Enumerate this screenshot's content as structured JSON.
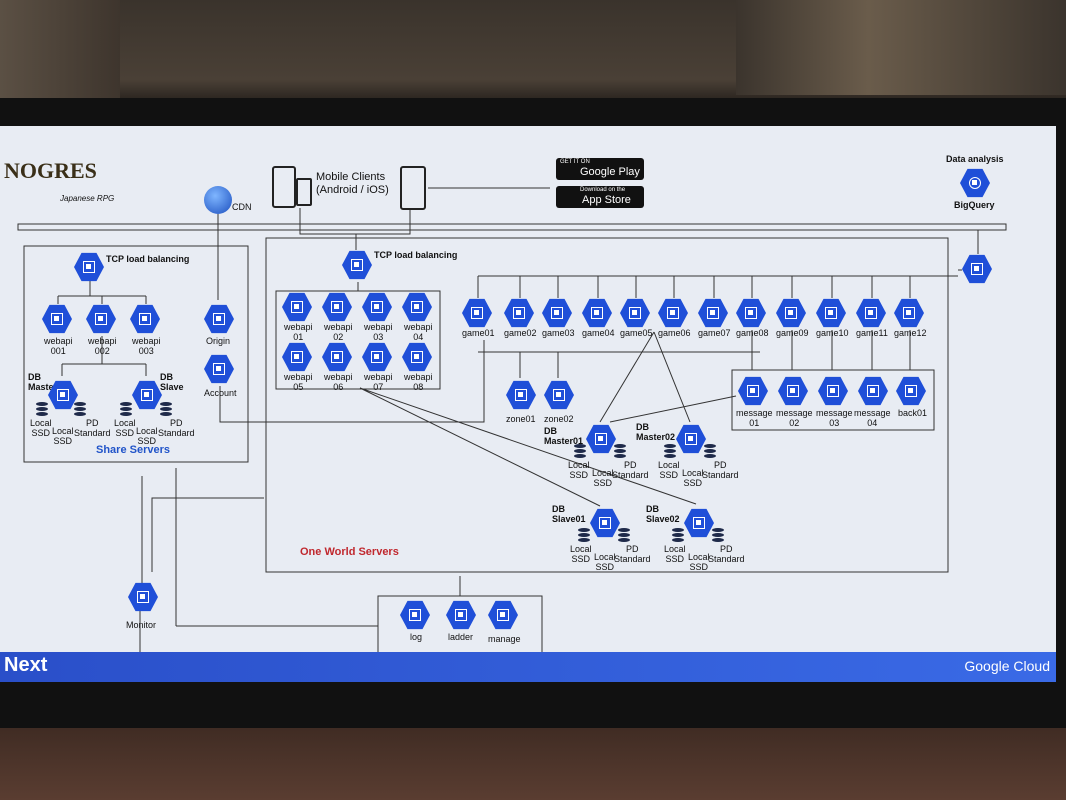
{
  "header": {
    "logo": "NOGRES",
    "logo_sub": "Japanese RPG",
    "cdn": "CDN",
    "mobile_clients": "Mobile Clients",
    "mobile_clients_sub": "(Android / iOS)",
    "google_play_small": "GET IT ON",
    "google_play": "Google Play",
    "app_store_small": "Download on the",
    "app_store": "App Store",
    "data_analysis": "Data analysis",
    "bigquery": "BigQuery"
  },
  "share_servers": {
    "tcp_lb": "TCP load balancing",
    "webapi": [
      "webapi\n001",
      "webapi\n002",
      "webapi\n003"
    ],
    "db_master": "DB\nMaster",
    "db_slave": "DB\nSlave",
    "local_ssd": "Local\nSSD",
    "pd_standard": "PD\nStandard",
    "title": "Share Servers"
  },
  "origin": "Origin",
  "account": "Account",
  "world": {
    "tcp_lb": "TCP load balancing",
    "webapis": [
      "webapi\n01",
      "webapi\n02",
      "webapi\n03",
      "webapi\n04",
      "webapi\n05",
      "webapi\n06",
      "webapi\n07",
      "webapi\n08"
    ],
    "games": [
      "game01",
      "game02",
      "game03",
      "game04",
      "game05",
      "game06",
      "game07",
      "game08",
      "game09",
      "game10",
      "game11",
      "game12"
    ],
    "zones": [
      "zone01",
      "zone02"
    ],
    "messages": [
      "message\n01",
      "message\n02",
      "message\n03",
      "message\n04",
      "back01"
    ],
    "db_master01": "DB\nMaster01",
    "db_master02": "DB\nMaster02",
    "db_slave01": "DB\nSlave01",
    "db_slave02": "DB\nSlave02",
    "title": "One World Servers"
  },
  "monitor": "Monitor",
  "tools": [
    "log",
    "ladder",
    "manage"
  ],
  "footer": {
    "next": "Next",
    "google_cloud": "Google Cloud"
  }
}
